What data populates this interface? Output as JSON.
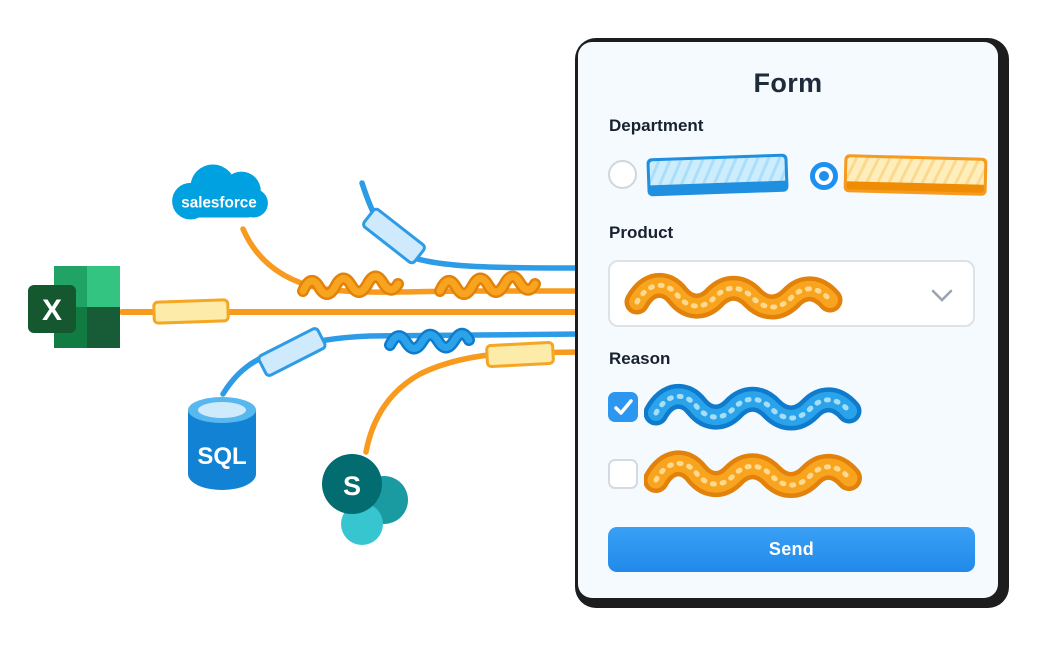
{
  "form": {
    "title": "Form",
    "department": {
      "label": "Department",
      "options": [
        {
          "name": "blue-option",
          "selected": false
        },
        {
          "name": "orange-option",
          "selected": true
        }
      ]
    },
    "product": {
      "label": "Product"
    },
    "reason": {
      "label": "Reason",
      "options": [
        {
          "name": "blue-reason",
          "checked": true
        },
        {
          "name": "orange-reason",
          "checked": false
        }
      ]
    },
    "send_label": "Send"
  },
  "sources": [
    {
      "name": "salesforce",
      "label": "salesforce",
      "color": "#00A1E0"
    },
    {
      "name": "excel",
      "label": "X",
      "color": "#107C41"
    },
    {
      "name": "sql",
      "label": "SQL",
      "color": "#1182D4"
    },
    {
      "name": "sharepoint",
      "label": "S",
      "color": "#036C70"
    }
  ],
  "icons": {
    "select_chevron": "chevron-down",
    "checkbox_check": "check"
  },
  "colors": {
    "accent_blue": "#2196F3",
    "accent_orange": "#F7941E",
    "card_background": "#F4FAFE",
    "card_shadow": "#1D1D1D",
    "send_button": "#2E96F0",
    "connector_blue": "#2E9BE6",
    "connector_orange": "#F79A1E"
  }
}
